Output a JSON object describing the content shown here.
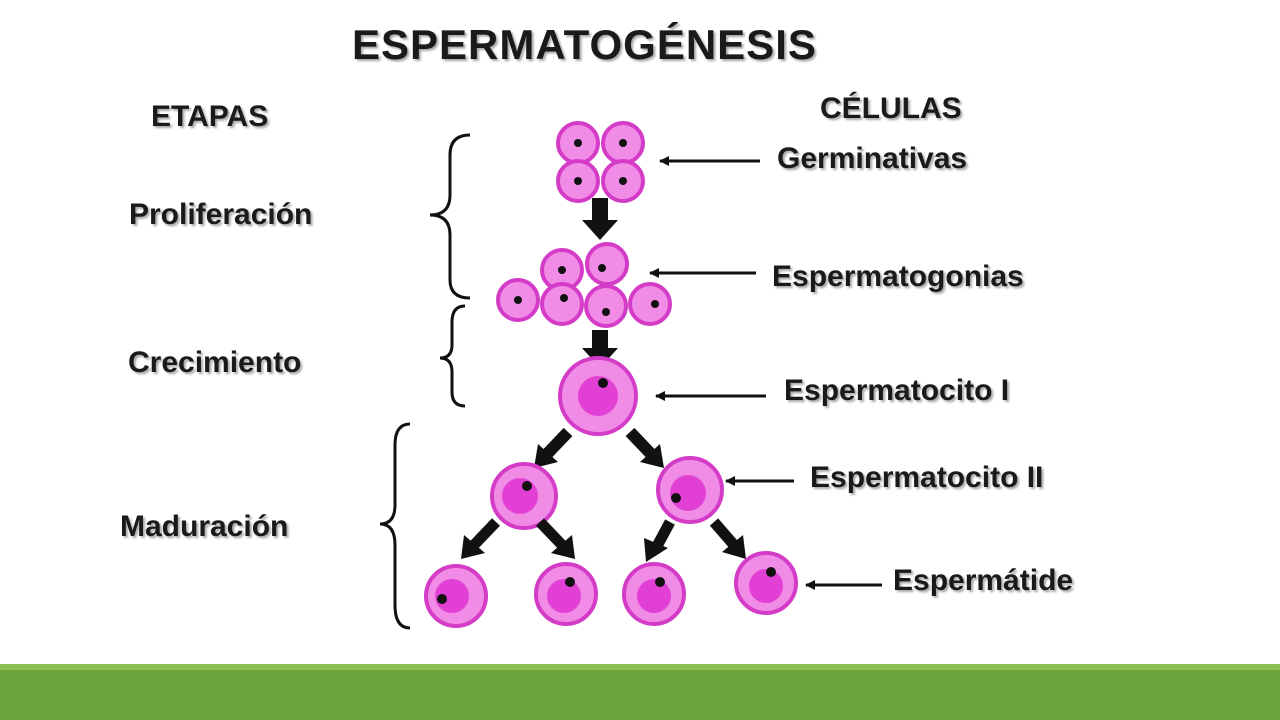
{
  "title": "ESPERMATOGÉNESIS",
  "headers": {
    "stages": "ETAPAS",
    "cells": "CÉLULAS"
  },
  "stages": {
    "proliferation": "Proliferación",
    "growth": "Crecimiento",
    "maturation": "Maduración"
  },
  "cells": {
    "germinal": "Germinativas",
    "spermatogonia": "Espermatogonias",
    "spermatocyte_1": "Espermatocito I",
    "spermatocyte_2": "Espermatocito II",
    "spermatid": "Espermátide"
  },
  "colors": {
    "cell_fill": "#f08ce6",
    "cell_stroke": "#d43cc8",
    "cell_inner": "#e23fd4",
    "nucleus": "#111111",
    "footer": "#6ba43a",
    "footer_highlight": "#8cc152"
  }
}
